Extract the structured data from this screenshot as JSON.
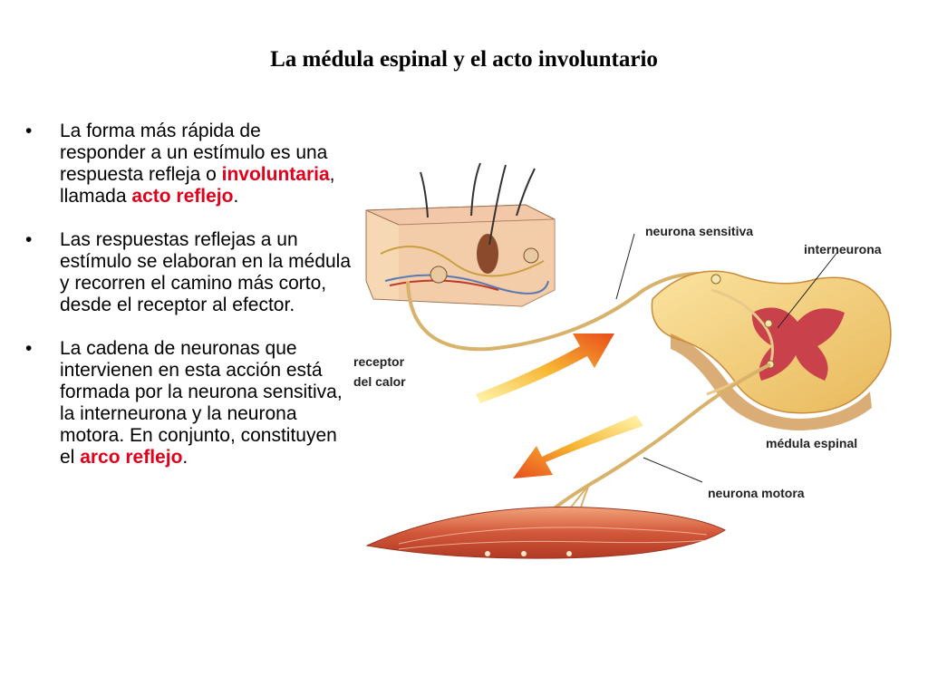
{
  "title": "La médula espinal y el acto involuntario",
  "bullets": [
    {
      "parts": [
        {
          "text": "La forma más rápida de responder a un estímulo es una respuesta refleja o ",
          "hl": false
        },
        {
          "text": "involuntaria",
          "hl": true
        },
        {
          "text": ", llamada ",
          "hl": false
        },
        {
          "text": "acto reflejo",
          "hl": true
        },
        {
          "text": ".",
          "hl": false
        }
      ]
    },
    {
      "parts": [
        {
          "text": "Las respuestas reflejas a un estímulo se elaboran en la médula y recorren el camino más corto, desde el receptor al efector.",
          "hl": false
        }
      ]
    },
    {
      "parts": [
        {
          "text": "La cadena de neuronas que intervienen en esta acción está formada por la neurona sensitiva, la interneurona y la neurona motora. En conjunto, constituyen el ",
          "hl": false
        },
        {
          "text": "arco reflejo",
          "hl": true
        },
        {
          "text": ".",
          "hl": false
        }
      ]
    }
  ],
  "bullet_symbol": "•",
  "highlight_color": "#e2001a",
  "diagram": {
    "labels": {
      "neurona_sensitiva": "neurona sensitiva",
      "interneurona": "interneurona",
      "receptor_line1": "receptor",
      "receptor_line2": "del calor",
      "medula_espinal": "médula espinal",
      "neurona_motora": "neurona motora"
    }
  }
}
